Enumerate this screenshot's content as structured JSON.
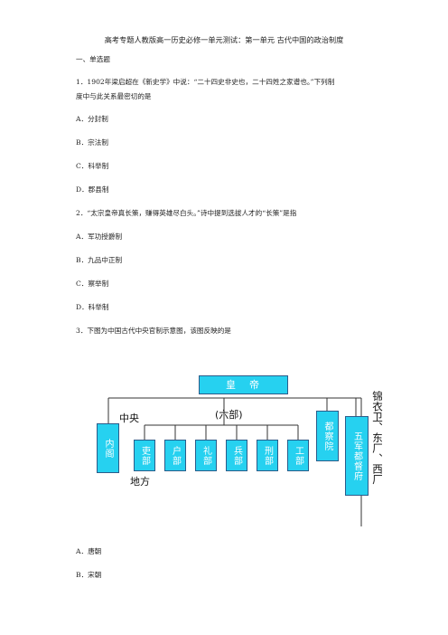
{
  "title": "高考专题人教版高一历史必修一单元测试：第一单元 古代中国的政治制度",
  "section": "一、单选题",
  "q1": {
    "stem_line1": "1．1902年梁启超在《新史学》中说：“二十四史非史也，二十四姓之家谱也。”下列制",
    "stem_line2": "度中与此关系最密切的是",
    "options": [
      "A．分封制",
      "B．宗法制",
      "C．科举制",
      "D．郡县制"
    ]
  },
  "q2": {
    "stem": "2．“太宗皇帝真长策，赚得英雄尽白头。”诗中提到选拔人才的“长策”是指",
    "options": [
      "A．军功授爵制",
      "B．九品中正制",
      "C．察举制",
      "D．科举制"
    ]
  },
  "q3": {
    "stem": "3．下图为中国古代中央官制示意图，该图反映的是",
    "options": [
      "A．唐朝",
      "B．宋朝"
    ]
  },
  "diagram": {
    "emperor": "皇　帝",
    "central_label": "中央",
    "six_ministries_label": "(六部)",
    "local_label": "地方",
    "neige": "内阁",
    "ministries": [
      "吏部",
      "户部",
      "礼部",
      "兵部",
      "刑部",
      "工部"
    ],
    "duchayuan": "都察院",
    "wujun": "五军都督府",
    "secret_police": "锦衣卫、东厂、西厂"
  },
  "colors": {
    "box_fill": "#26d1f0",
    "box_border": "#2b5c8a",
    "line": "#333333"
  }
}
